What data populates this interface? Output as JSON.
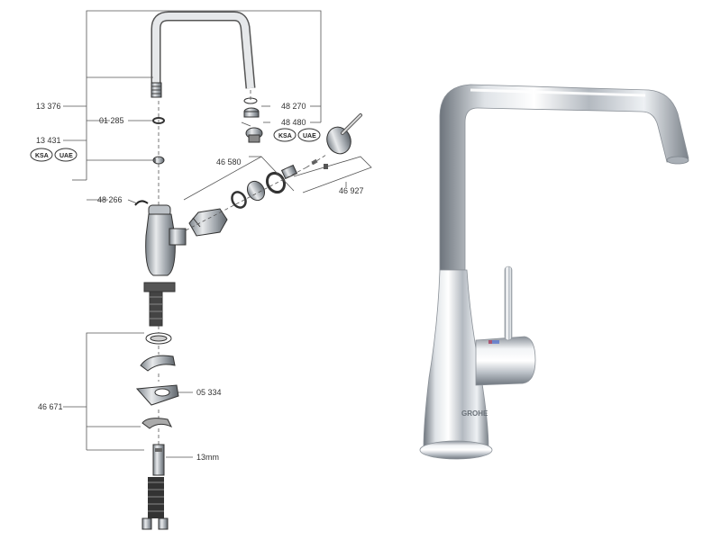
{
  "diagram": {
    "labels": {
      "spout": "13 376",
      "o_ring": "01 285",
      "nut_kit": "13 431",
      "aerator_1": "48 270",
      "aerator_2": "48 480",
      "cartridge": "46 580",
      "lever": "46 927",
      "clip": "48 266",
      "fixing_set": "46 671",
      "bracket": "05 334",
      "wrench": "13mm"
    },
    "badges": {
      "ksa": "KSA",
      "uae": "UAE"
    }
  },
  "product": {
    "brand": "GROHE",
    "colors": {
      "chrome_light": "#f4f6f8",
      "chrome_mid": "#c3c8ce",
      "chrome_dark": "#5e6670"
    }
  }
}
